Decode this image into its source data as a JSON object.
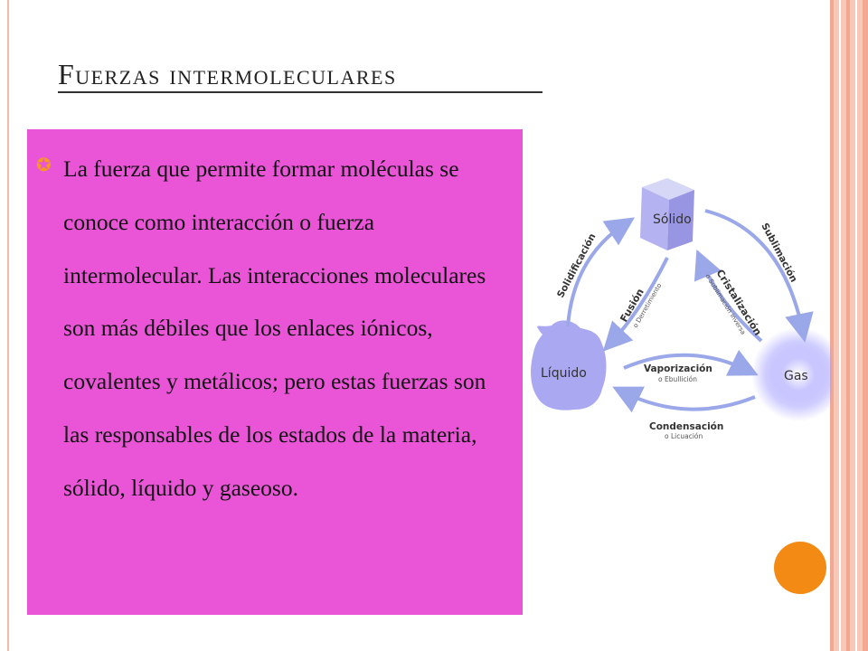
{
  "title": "Fuerzas intermoleculares",
  "paragraph": "La fuerza que permite formar moléculas se conoce como interacción o fuerza intermolecular. Las interacciones moleculares son más débiles que los enlaces iónicos, covalentes y metálicos; pero estas fuerzas son las responsables de los estados de la materia, sólido, líquido y gaseoso.",
  "diagram": {
    "states": {
      "solid": "Sólido",
      "liquid": "Líquido",
      "gas": "Gas"
    },
    "transitions": {
      "solidification": "Solidificación",
      "fusion": "Fusión",
      "fusion_alt": "o Derretimiento",
      "sublimation": "Sublimación",
      "crystallization": "Cristalización",
      "crystallization_alt": "o Sublimación inversa",
      "vaporization": "Vaporización",
      "vaporization_alt": "o Ebullición",
      "condensation": "Condensación",
      "condensation_alt": "o Licuación"
    }
  },
  "colors": {
    "text_box": "#ea55d8",
    "bullet": "#f59a1e",
    "accent_dot": "#f28a14",
    "frame": "#f7c8b8",
    "arrows": "#9aa7e8",
    "states": "#a9a8f0"
  }
}
